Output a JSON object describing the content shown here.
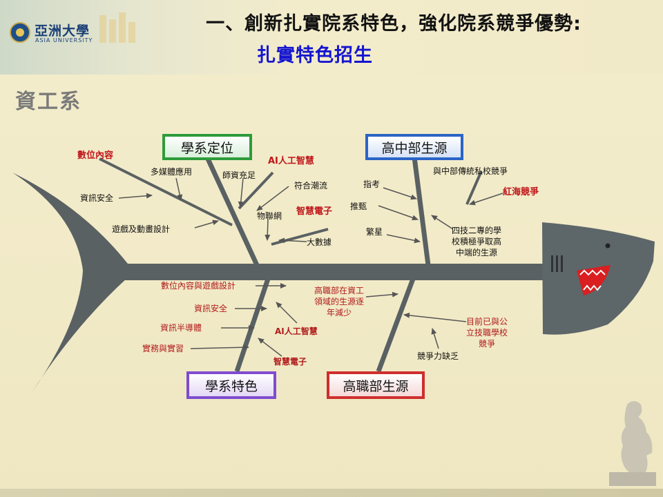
{
  "header": {
    "university_name": "亞洲大學",
    "university_name_en": "ASIA UNIVERSITY",
    "title_line1": "一、創新扎實院系特色，強化院系競爭優勢:",
    "title_line2": "扎實特色招生"
  },
  "department": "資工系",
  "fishbone": {
    "categories": {
      "dept_positioning": "學系定位",
      "high_school_source": "高中部生源",
      "dept_features": "學系特色",
      "vocational_source": "高職部生源"
    },
    "dept_positioning_items": [
      "數位內容",
      "多媒體應用",
      "師資充足",
      "AI人工智慧",
      "符合潮流",
      "資訊安全",
      "遊戲及動畫設計",
      "物聯網",
      "智慧電子",
      "大數據"
    ],
    "high_school_items": [
      "指考",
      "推甄",
      "繁星",
      "與中部傳統私校競爭",
      "紅海競爭",
      "四技二專的學\n校積極爭取高\n中端的生源"
    ],
    "dept_features_items": [
      "數位內容與遊戲設計",
      "資訊安全",
      "資訊半導體",
      "實務與實習",
      "AI人工智慧",
      "智慧電子"
    ],
    "vocational_items": [
      "高職部在資工\n領域的生源逐\n年減少",
      "目前已與公\n立技職學校\n競爭",
      "競爭力缺乏"
    ]
  },
  "colors": {
    "title_blue": "#1515d0",
    "accent_red": "#b01b1b",
    "fish_grey": "#5a6163",
    "box_green": "#2e9b3a",
    "box_blue": "#2a64c5",
    "box_purple": "#7f4bd0",
    "box_red": "#cf2e2e"
  },
  "icons": [
    "asia-university-seal-icon",
    "shark-fish-icon",
    "thinker-statue-icon"
  ]
}
